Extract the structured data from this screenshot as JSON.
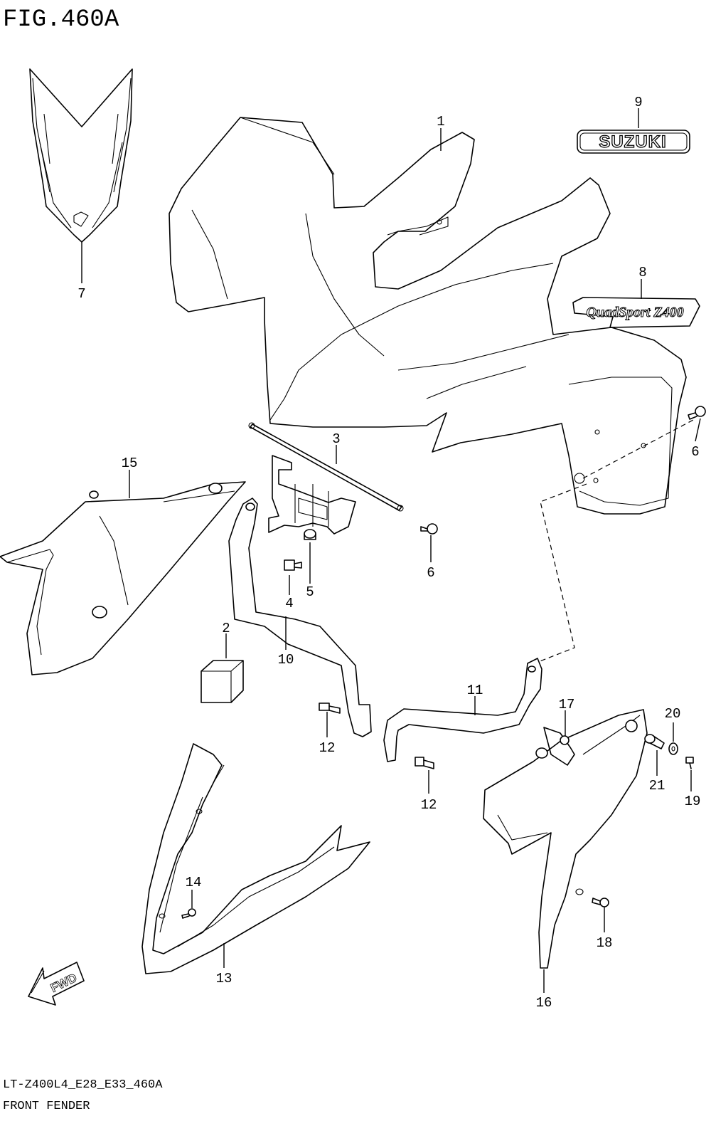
{
  "figure_title": "FIG.460A",
  "model_code": "LT-Z400L4_E28_E33_460A",
  "section_name": "FRONT FENDER",
  "logo_suzuki": "SUZUKI",
  "logo_quadsport": "QuadSport Z400",
  "fwd_arrow": "FWD",
  "callouts": [
    "1",
    "2",
    "3",
    "4",
    "5",
    "6",
    "6",
    "7",
    "8",
    "9",
    "10",
    "11",
    "12",
    "12",
    "13",
    "14",
    "15",
    "16",
    "17",
    "18",
    "19",
    "20",
    "21"
  ]
}
